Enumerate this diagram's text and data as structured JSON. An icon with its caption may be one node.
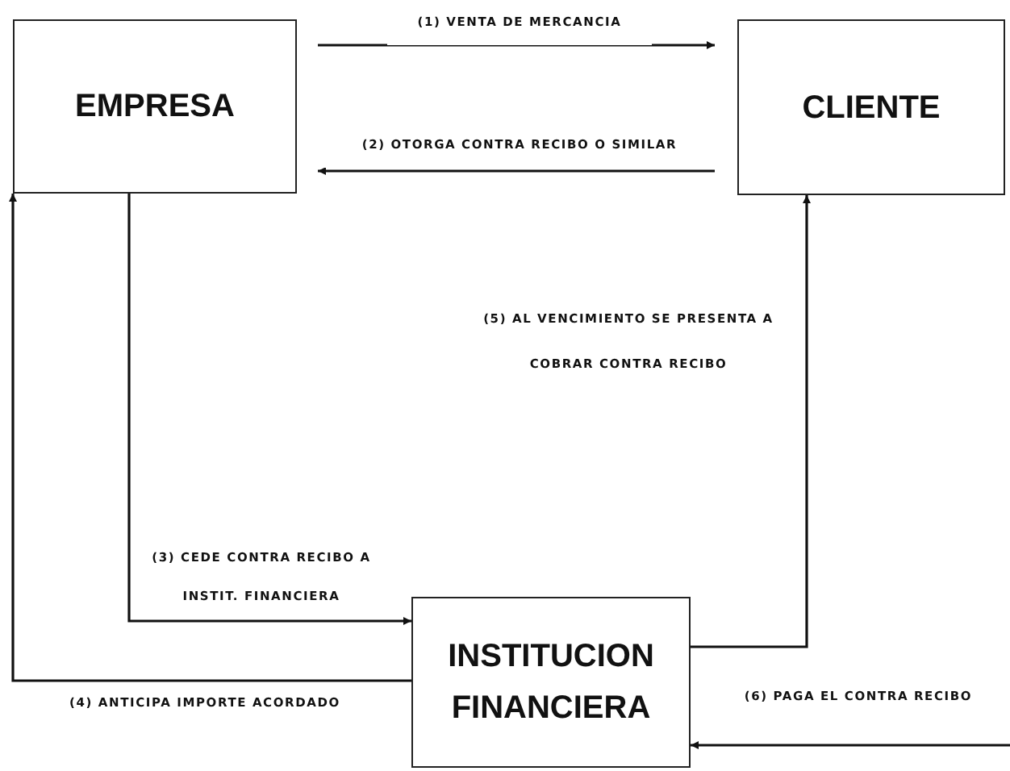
{
  "diagram": {
    "nodes": [
      {
        "text": [
          "EMPRESA"
        ]
      },
      {
        "text": [
          "CLIENTE"
        ]
      },
      {
        "text": [
          "INSTITUCION FINANCIERA"
        ]
      }
    ],
    "edges": [
      {
        "from": 0,
        "to": 1,
        "arrow": "to",
        "label": "(1) VENTA DE MERCANCIA"
      },
      {
        "from": 1,
        "to": 0,
        "arrow": "to",
        "label": "(2) OTORGA CONTRA RECIBO O SIMILAR"
      },
      {
        "from": 0,
        "to": 2,
        "arrow": "to",
        "label": "(3) CEDE CONTRA RECIBO A INSTIT. FINANCIERA"
      },
      {
        "from": 2,
        "to": 0,
        "arrow": "to",
        "label": "(4) ANTICIPA IMPORTE ACORDADO"
      },
      {
        "from": 2,
        "to": 1,
        "arrow": "to",
        "label": "(5) AL VENCIMIENTO SE PRESENTA A COBRAR CONTRA RECIBO"
      },
      {
        "from": null,
        "to": 2,
        "arrow": "to",
        "label": "(6) PAGA EL CONTRA RECIBO"
      }
    ]
  }
}
